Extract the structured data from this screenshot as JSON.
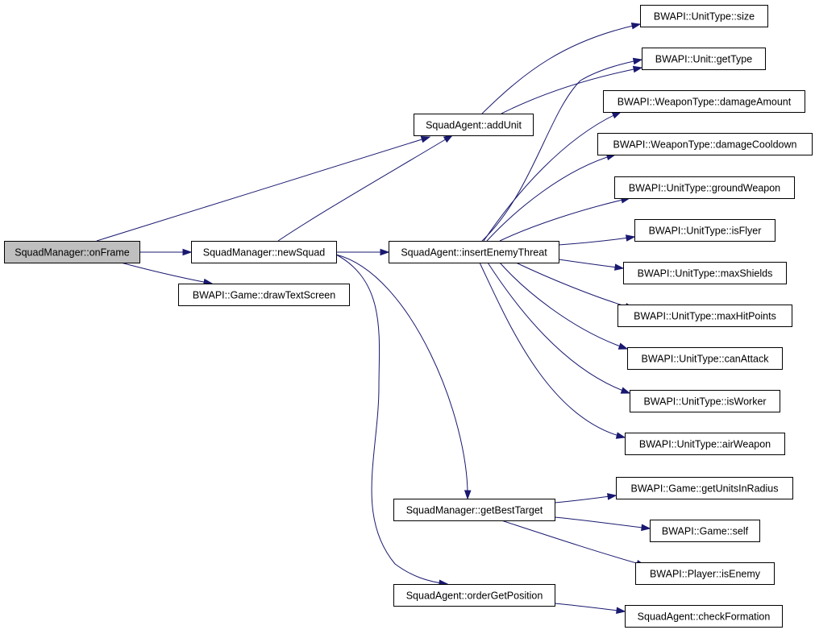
{
  "diagram": {
    "root_node_id": "onFrame",
    "colors": {
      "edge": "#191970",
      "root_fill": "#bfbfbf",
      "node_fill": "#ffffff",
      "node_border": "#000000"
    },
    "nodes": [
      {
        "id": "onFrame",
        "label": "SquadManager::onFrame"
      },
      {
        "id": "newSquad",
        "label": "SquadManager::newSquad"
      },
      {
        "id": "drawTextScreen",
        "label": "BWAPI::Game::drawTextScreen"
      },
      {
        "id": "addUnit",
        "label": "SquadAgent::addUnit"
      },
      {
        "id": "insertEnemyThreat",
        "label": "SquadAgent::insertEnemyThreat"
      },
      {
        "id": "getBestTarget",
        "label": "SquadManager::getBestTarget"
      },
      {
        "id": "orderGetPosition",
        "label": "SquadAgent::orderGetPosition"
      },
      {
        "id": "size",
        "label": "BWAPI::UnitType::size"
      },
      {
        "id": "getType",
        "label": "BWAPI::Unit::getType"
      },
      {
        "id": "damageAmount",
        "label": "BWAPI::WeaponType::damageAmount"
      },
      {
        "id": "damageCooldown",
        "label": "BWAPI::WeaponType::damageCooldown"
      },
      {
        "id": "groundWeapon",
        "label": "BWAPI::UnitType::groundWeapon"
      },
      {
        "id": "isFlyer",
        "label": "BWAPI::UnitType::isFlyer"
      },
      {
        "id": "maxShields",
        "label": "BWAPI::UnitType::maxShields"
      },
      {
        "id": "maxHitPoints",
        "label": "BWAPI::UnitType::maxHitPoints"
      },
      {
        "id": "canAttack",
        "label": "BWAPI::UnitType::canAttack"
      },
      {
        "id": "isWorker",
        "label": "BWAPI::UnitType::isWorker"
      },
      {
        "id": "airWeapon",
        "label": "BWAPI::UnitType::airWeapon"
      },
      {
        "id": "getUnitsInRadius",
        "label": "BWAPI::Game::getUnitsInRadius"
      },
      {
        "id": "self",
        "label": "BWAPI::Game::self"
      },
      {
        "id": "isEnemy",
        "label": "BWAPI::Player::isEnemy"
      },
      {
        "id": "checkFormation",
        "label": "SquadAgent::checkFormation"
      }
    ],
    "edges": [
      {
        "from": "onFrame",
        "to": "addUnit"
      },
      {
        "from": "onFrame",
        "to": "newSquad"
      },
      {
        "from": "onFrame",
        "to": "drawTextScreen"
      },
      {
        "from": "newSquad",
        "to": "addUnit"
      },
      {
        "from": "newSquad",
        "to": "insertEnemyThreat"
      },
      {
        "from": "newSquad",
        "to": "getBestTarget"
      },
      {
        "from": "newSquad",
        "to": "orderGetPosition"
      },
      {
        "from": "addUnit",
        "to": "size"
      },
      {
        "from": "addUnit",
        "to": "getType"
      },
      {
        "from": "insertEnemyThreat",
        "to": "getType"
      },
      {
        "from": "insertEnemyThreat",
        "to": "damageAmount"
      },
      {
        "from": "insertEnemyThreat",
        "to": "damageCooldown"
      },
      {
        "from": "insertEnemyThreat",
        "to": "groundWeapon"
      },
      {
        "from": "insertEnemyThreat",
        "to": "isFlyer"
      },
      {
        "from": "insertEnemyThreat",
        "to": "maxShields"
      },
      {
        "from": "insertEnemyThreat",
        "to": "maxHitPoints"
      },
      {
        "from": "insertEnemyThreat",
        "to": "canAttack"
      },
      {
        "from": "insertEnemyThreat",
        "to": "isWorker"
      },
      {
        "from": "insertEnemyThreat",
        "to": "airWeapon"
      },
      {
        "from": "getBestTarget",
        "to": "getUnitsInRadius"
      },
      {
        "from": "getBestTarget",
        "to": "self"
      },
      {
        "from": "getBestTarget",
        "to": "isEnemy"
      },
      {
        "from": "orderGetPosition",
        "to": "checkFormation"
      }
    ]
  }
}
